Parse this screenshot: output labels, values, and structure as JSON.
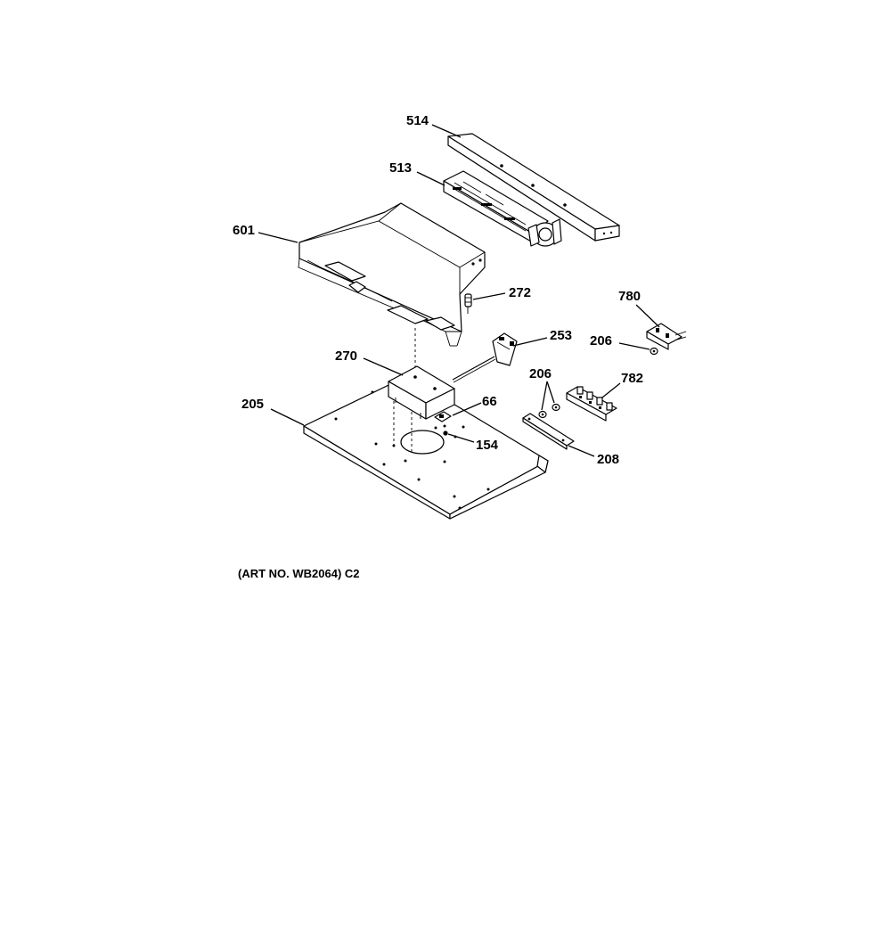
{
  "diagram": {
    "part_labels": {
      "p514": "514",
      "p513": "513",
      "p601": "601",
      "p272": "272",
      "p780": "780",
      "p253": "253",
      "p206a": "206",
      "p270": "270",
      "p206b": "206",
      "p782": "782",
      "p205": "205",
      "p66": "66",
      "p154": "154",
      "p208": "208"
    },
    "caption": "(ART NO. WB2064) C2"
  }
}
